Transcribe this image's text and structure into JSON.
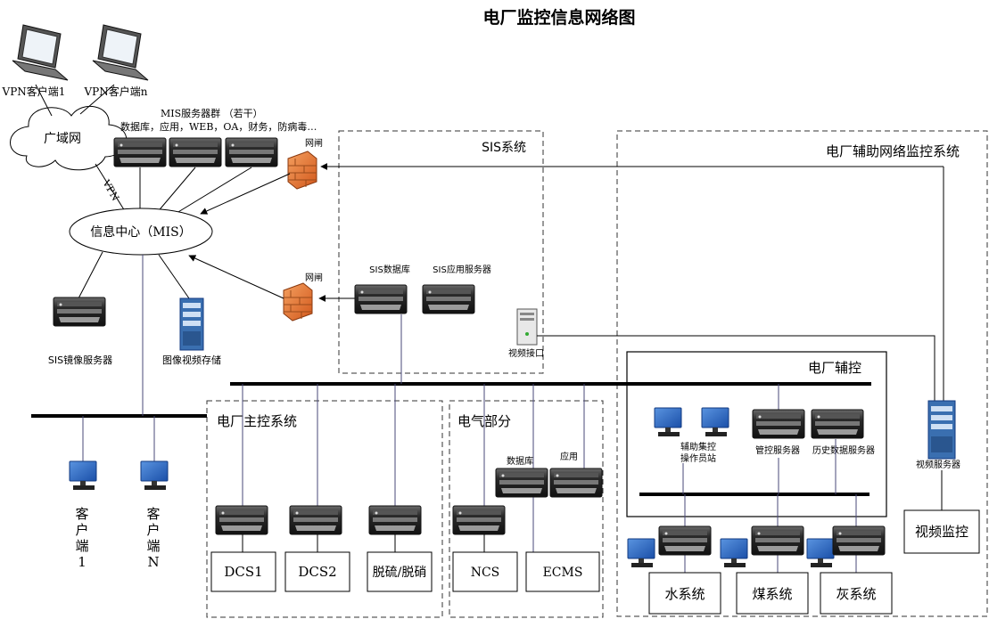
{
  "title": "电厂监控信息网络图",
  "wan": {
    "label": "广域网",
    "vpn_link_label": "VPN"
  },
  "vpn_clients": [
    "VPN客户端1",
    "VPN客户端n"
  ],
  "mis_servers": {
    "title": "MIS服务器群 （若干）",
    "subtitle": "数据库，应用，WEB，OA，财务，防病毒…"
  },
  "gateway_label": "网闸",
  "mis_center": "信息中心（MIS）",
  "sis_mirror": "SIS镜像服务器",
  "image_storage": "图像视频存储",
  "sis": {
    "title": "SIS系统",
    "database": "SIS数据库",
    "app_server": "SIS应用服务器",
    "video_interface": "视频接口"
  },
  "aux_network": {
    "title": "电厂辅助网络监控系统"
  },
  "aux_control": {
    "title": "电厂辅控",
    "operator_station_line1": "辅助集控",
    "operator_station_line2": "操作员站",
    "mgmt_server": "管控服务器",
    "history_server": "历史数据服务器"
  },
  "video": {
    "server": "视频服务器",
    "monitor": "视频监控"
  },
  "main_control": {
    "title": "电厂主控系统",
    "boxes": [
      "DCS1",
      "DCS2",
      "脱硫/脱硝"
    ]
  },
  "electrical": {
    "title": "电气部分",
    "database": "数据库",
    "application": "应用",
    "boxes": [
      "NCS",
      "ECMS"
    ]
  },
  "aux_systems": [
    "水系统",
    "煤系统",
    "灰系统"
  ],
  "clients": [
    {
      "chars": [
        "客",
        "户",
        "端",
        "1"
      ]
    },
    {
      "chars": [
        "客",
        "户",
        "端",
        "N"
      ]
    }
  ],
  "colors": {
    "line": "#000000",
    "data_line": "#4a4a7a",
    "firewall": "#e8742c",
    "rack": "#3a6fb0",
    "monitor": "#2b62b8"
  }
}
